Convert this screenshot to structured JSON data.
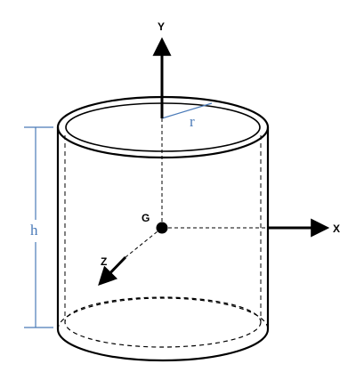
{
  "axes": {
    "y_label": "Y",
    "x_label": "X",
    "z_label": "Z",
    "centroid_label": "G"
  },
  "dimensions": {
    "radius_label": "r",
    "height_label": "h"
  },
  "colors": {
    "outline": "#000000",
    "dimension": "#4a7ab8"
  }
}
